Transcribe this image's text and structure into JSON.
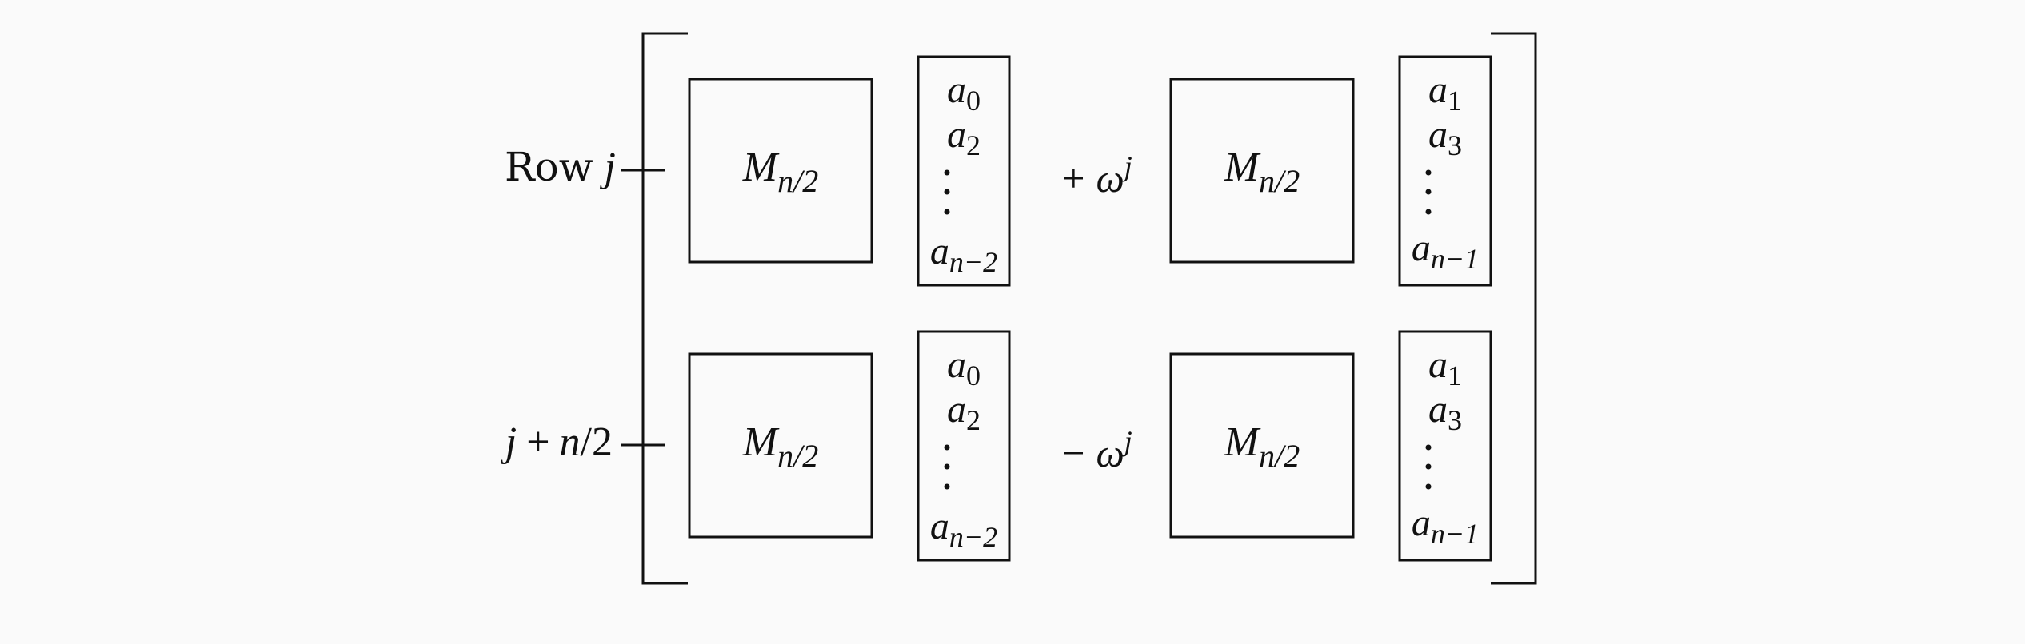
{
  "diagram": {
    "row_labels": {
      "top": {
        "word": "Row",
        "var": "j"
      },
      "bottom": {
        "var": "j",
        "op": "+",
        "num": "n",
        "slash": "/",
        "den": "2"
      }
    },
    "matrix": {
      "base": "M",
      "sub": "n/2"
    },
    "top_row": {
      "even_col": {
        "first": [
          "a",
          "0"
        ],
        "second": [
          "a",
          "2"
        ],
        "last": [
          "a",
          "n−2"
        ]
      },
      "operator": "+",
      "twiddle": {
        "base": "ω",
        "exp": "j"
      },
      "odd_col": {
        "first": [
          "a",
          "1"
        ],
        "second": [
          "a",
          "3"
        ],
        "last": [
          "a",
          "n−1"
        ]
      }
    },
    "bottom_row": {
      "even_col": {
        "first": [
          "a",
          "0"
        ],
        "second": [
          "a",
          "2"
        ],
        "last": [
          "a",
          "n−2"
        ]
      },
      "operator": "−",
      "twiddle": {
        "base": "ω",
        "exp": "j"
      },
      "odd_col": {
        "first": [
          "a",
          "1"
        ],
        "second": [
          "a",
          "3"
        ],
        "last": [
          "a",
          "n−1"
        ]
      }
    },
    "colors": {
      "ink": "#111111",
      "background": "#fafafa"
    }
  }
}
